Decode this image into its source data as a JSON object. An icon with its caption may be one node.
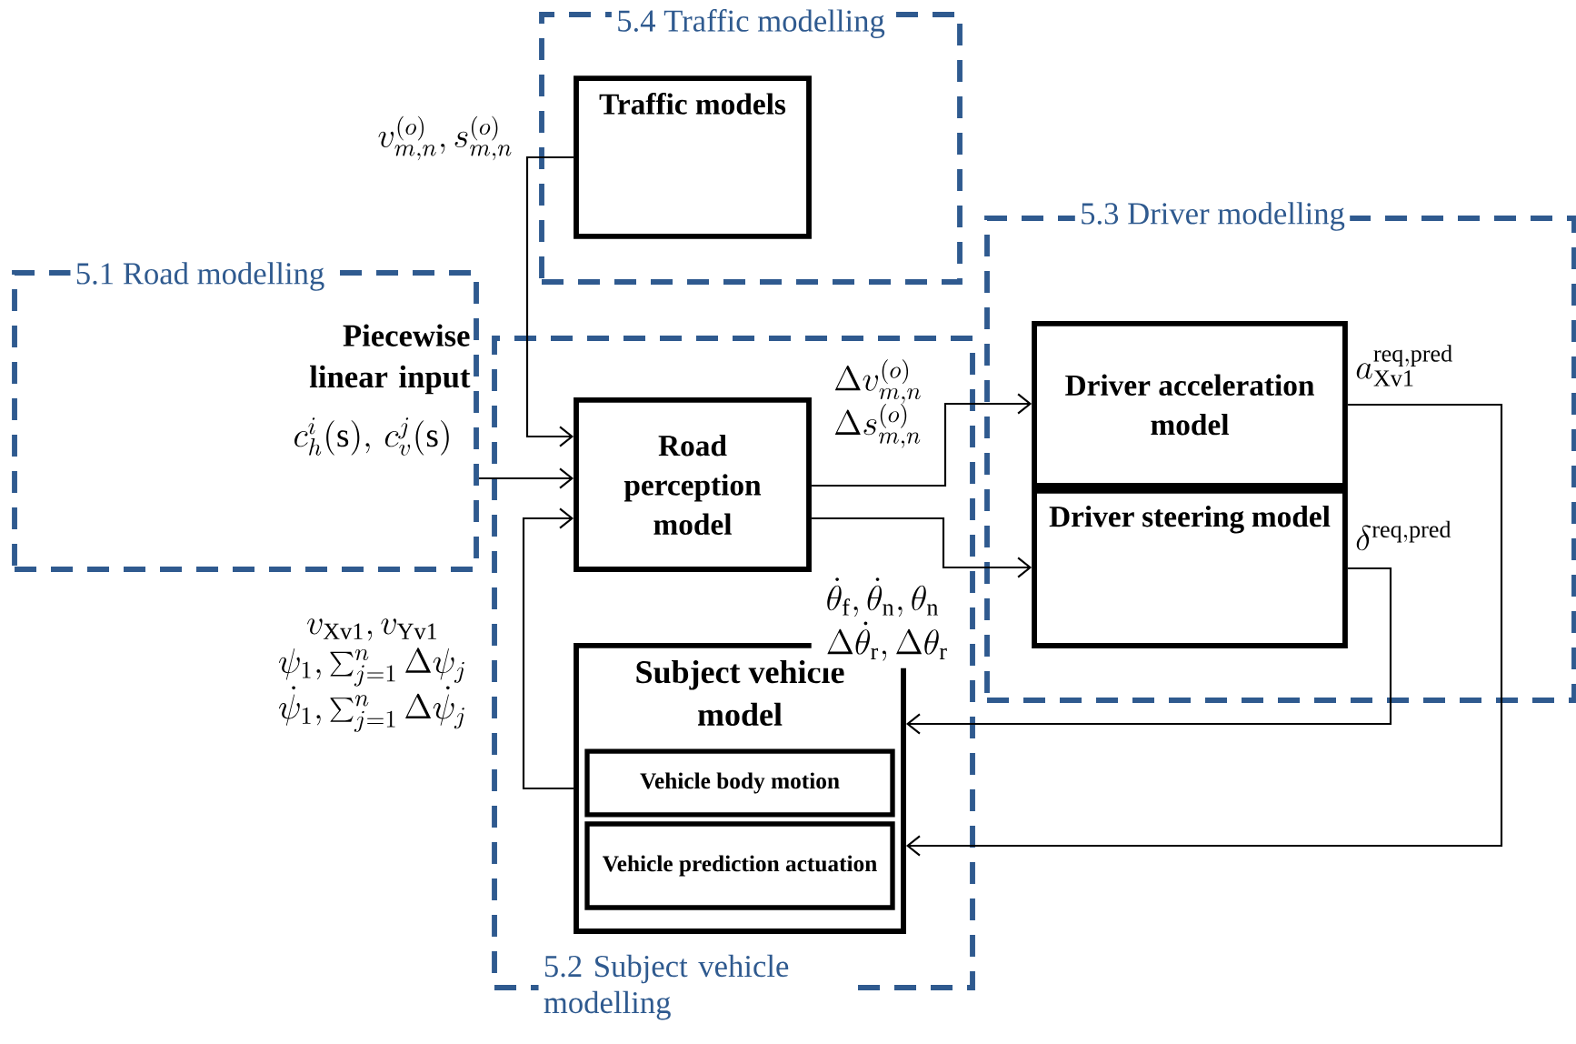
{
  "diagram": {
    "nodes": [
      {
        "text": [
          "5.1 Road modelling",
          "Piecewise linear input"
        ]
      },
      {
        "text": [
          "5.4 Traffic modelling"
        ]
      },
      {
        "text": [
          "Traffic models"
        ],
        "in": 1
      },
      {
        "text": [
          "5.3 Driver modelling"
        ]
      },
      {
        "text": [
          "Driver acceleration model"
        ],
        "in": 3
      },
      {
        "text": [
          "Driver steering model"
        ],
        "in": 3
      },
      {
        "text": [
          "5.2 Subject vehicle modelling"
        ]
      },
      {
        "text": [
          "Road perception model"
        ],
        "in": 6
      },
      {
        "text": [
          "Subject vehicle model"
        ],
        "in": 6
      },
      {
        "text": [
          "Vehicle body motion"
        ],
        "in": 8
      },
      {
        "text": [
          "Vehicle prediction actuation"
        ],
        "in": 8
      }
    ],
    "edges": [
      {
        "from": 2,
        "to": 7,
        "arrow": "to",
        "label": "v_{m,n}^{(o)}, s_{m,n}^{(o)}"
      },
      {
        "from": 0,
        "to": 7,
        "arrow": "to",
        "label": "c_h^{i}(\\mathrm{s}),\\, c_v^{j}(\\mathrm{s})"
      },
      {
        "from": 7,
        "to": 4,
        "arrow": "to",
        "label": "\\begin{array}{l}\\Delta v_{m,n}^{(o)}\\\\ \\Delta s_{m,n}^{(o)}\\end{array}"
      },
      {
        "from": 7,
        "to": 5,
        "arrow": "to",
        "label": "\\begin{array}{l}\\dot\\theta_{\\mathrm{f}}, \\dot\\theta_{\\mathrm{n}}, \\theta_{\\mathrm{n}}\\\\ \\Delta\\dot\\theta_{\\mathrm{r}}, \\Delta\\theta_{\\mathrm{r}}\\end{array}"
      },
      {
        "from": 4,
        "to": 8,
        "arrow": "to",
        "label": "a_{\\mathrm{Xv1}}^{\\mathrm{req,pred}}"
      },
      {
        "from": 5,
        "to": 8,
        "arrow": "to",
        "label": "\\delta^{\\mathrm{req,pred}}"
      },
      {
        "from": 8,
        "to": 7,
        "arrow": "to",
        "label": "\\begin{array}{c} v_{\\mathrm{Xv1}}, v_{\\mathrm{Yv1}}\\\\ \\psi_1, \\sum_{j=1}^{n}\\Delta\\psi_j\\\\ \\dot\\psi_1, \\sum_{j=1}^{n}\\Delta\\dot\\psi_j\\end{array}"
      }
    ]
  }
}
